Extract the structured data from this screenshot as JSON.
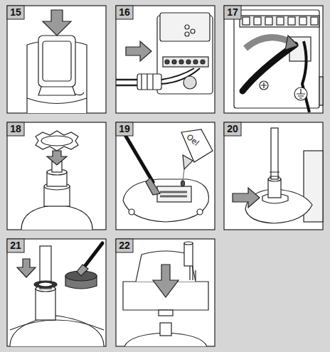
{
  "diagram": {
    "labels": [
      "15",
      "16",
      "17",
      "18",
      "19",
      "20",
      "21",
      "22",
      "Oel"
    ]
  }
}
